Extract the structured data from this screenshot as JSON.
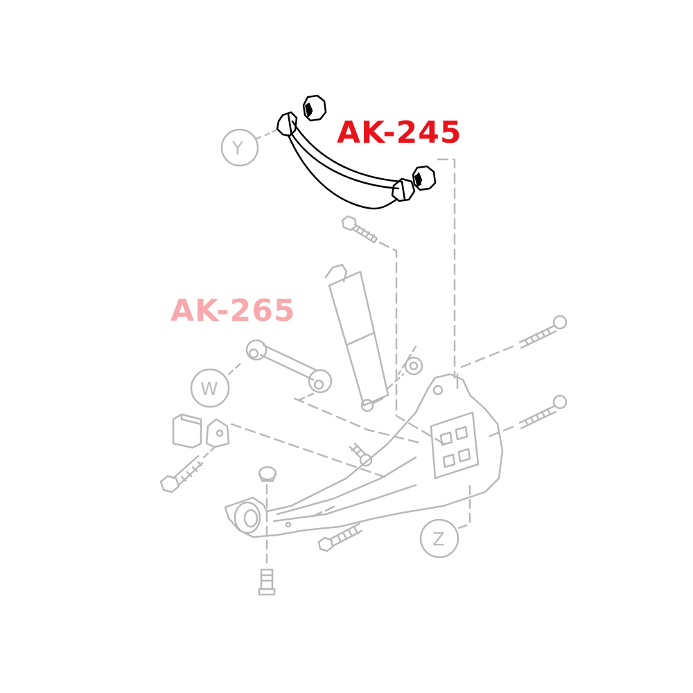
{
  "diagram": {
    "type": "exploded-parts-diagram",
    "labels": {
      "highlighted_part": "AK-245",
      "secondary_part": "AK-265"
    },
    "callouts": [
      {
        "letter": "Y"
      },
      {
        "letter": "W"
      },
      {
        "letter": "Z"
      }
    ],
    "colors": {
      "highlight": "#e8141c",
      "secondary": "#f7a9ad",
      "highlighted_lines": "#000000",
      "faded_lines": "#b8b8b8",
      "background": "#ffffff"
    }
  }
}
